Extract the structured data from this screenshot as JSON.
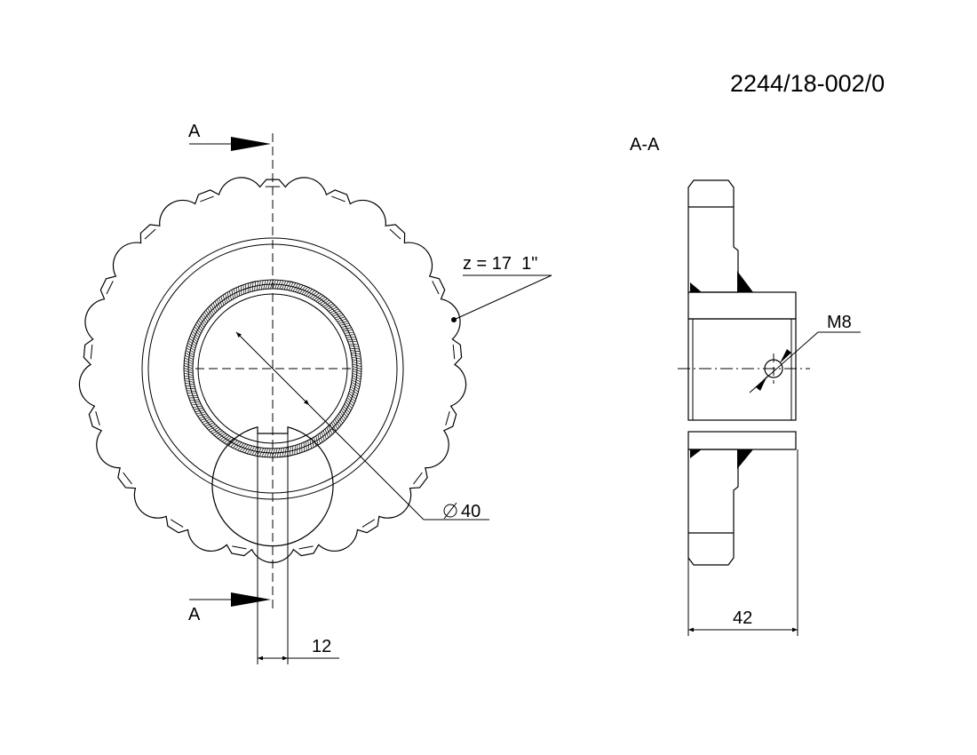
{
  "drawing_number": "2244/18-002/0",
  "section_markers": {
    "top": "A",
    "bottom": "A"
  },
  "section_view_title": "A-A",
  "teeth_note": "z = 17  1\"",
  "bore_diameter": "40",
  "keyway_width": "12",
  "thread_callout": "M8",
  "hub_width": "42",
  "teeth_count": 17
}
